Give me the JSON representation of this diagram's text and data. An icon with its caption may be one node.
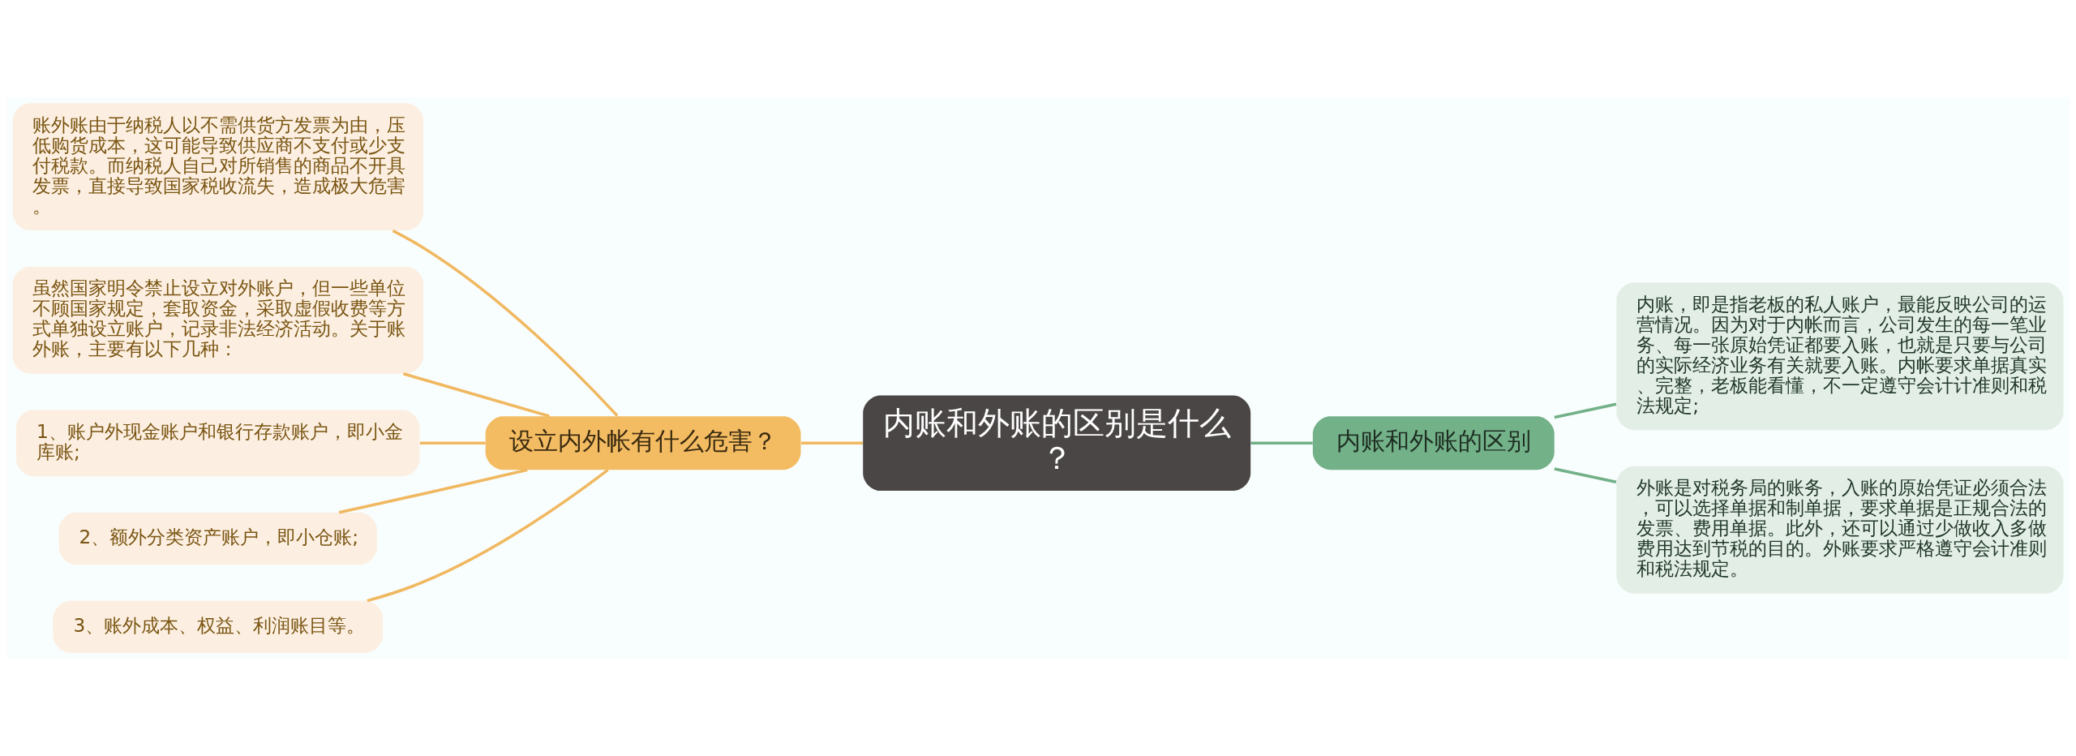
{
  "diagram": {
    "nodes": [
      {
        "text": [
          "内账和外账的区别是什么？"
        ]
      },
      {
        "text": [
          "设立内外帐有什么危害？"
        ]
      },
      {
        "text": [
          "账外账由于纳税人以不需供货方发票为由，压低购货成本，这可能导致供应商不支付或少支付税款。而纳税人自己对所销售的商品不开具发票，直接导致国家税收流失，造成极大危害。"
        ]
      },
      {
        "text": [
          "虽然国家明令禁止设立对外账户，但一些单位不顾国家规定，套取资金，采取虚假收费等方式单独设立账户，记录非法经济活动。关于账外账，主要有以下几种："
        ]
      },
      {
        "text": [
          "1、账户外现金账户和银行存款账户，即小金库账;"
        ]
      },
      {
        "text": [
          "2、额外分类资产账户，即小仓账;"
        ]
      },
      {
        "text": [
          "3、账外成本、权益、利润账目等。"
        ]
      },
      {
        "text": [
          "内账和外账的区别"
        ]
      },
      {
        "text": [
          "内账，即是指老板的私人账户，最能反映公司的运营情况。因为对于内帐而言，公司发生的每一笔业务、每一张原始凭证都要入账，也就是只要与公司的实际经济业务有关就要入账。内帐要求单据真实、完整，老板能看懂，不一定遵守会计计准则和税法规定;"
        ]
      },
      {
        "text": [
          "外账是对税务局的账务，入账的原始凭证必须合法，可以选择单据和制单据，要求单据是正规合法的发票、费用单据。此外，还可以通过少做收入多做费用达到节税的目的。外账要求严格遵守会计准则和税法规定。"
        ]
      }
    ],
    "edges": [
      {
        "from": 0,
        "to": 1,
        "arrow": "none"
      },
      {
        "from": 1,
        "to": 2,
        "arrow": "none"
      },
      {
        "from": 1,
        "to": 3,
        "arrow": "none"
      },
      {
        "from": 1,
        "to": 4,
        "arrow": "none"
      },
      {
        "from": 1,
        "to": 5,
        "arrow": "none"
      },
      {
        "from": 1,
        "to": 6,
        "arrow": "none"
      },
      {
        "from": 0,
        "to": 7,
        "arrow": "none",
        "color": "#72b088"
      },
      {
        "from": 7,
        "to": 8,
        "arrow": "none",
        "color": "#72b088"
      },
      {
        "from": 7,
        "to": 9,
        "arrow": "none",
        "color": "#72b088"
      }
    ]
  }
}
